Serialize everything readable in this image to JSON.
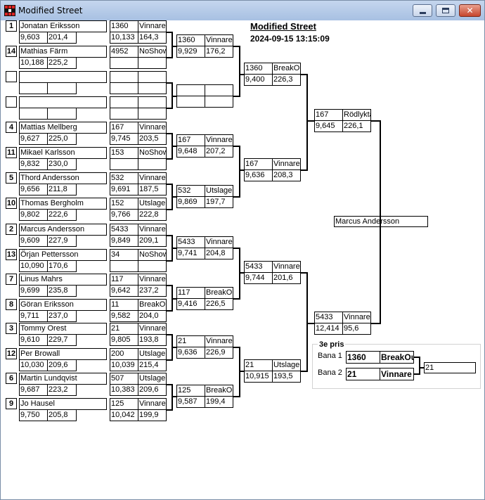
{
  "window": {
    "title": "Modified Street"
  },
  "header": {
    "title": "Modified Street",
    "date": "2024-09-15 13:15:09"
  },
  "round1": [
    {
      "seed": "1",
      "name": "Jonatan Eriksson",
      "rt": "9,603",
      "speed": "201,4",
      "et": "10,133",
      "sp2": "164,3",
      "num": "1360",
      "result": "Vinnare"
    },
    {
      "seed": "14",
      "name": "Mathias Färm",
      "rt": "10,188",
      "speed": "225,2",
      "et": "",
      "sp2": "",
      "num": "4952",
      "result": "NoShow"
    },
    {
      "seed": "",
      "name": "",
      "rt": "",
      "speed": "",
      "et": "",
      "sp2": "",
      "num": "",
      "result": ""
    },
    {
      "seed": "",
      "name": "",
      "rt": "",
      "speed": "",
      "et": "",
      "sp2": "",
      "num": "",
      "result": ""
    },
    {
      "seed": "4",
      "name": "Mattias Mellberg",
      "rt": "9,627",
      "speed": "225,0",
      "et": "9,745",
      "sp2": "203,5",
      "num": "167",
      "result": "Vinnare"
    },
    {
      "seed": "11",
      "name": "Mikael Karlsson",
      "rt": "9,832",
      "speed": "230,0",
      "et": "",
      "sp2": "",
      "num": "153",
      "result": "NoShow"
    },
    {
      "seed": "5",
      "name": "Thord Andersson",
      "rt": "9,656",
      "speed": "211,8",
      "et": "9,691",
      "sp2": "187,5",
      "num": "532",
      "result": "Vinnare"
    },
    {
      "seed": "10",
      "name": "Thomas  Bergholm",
      "rt": "9,802",
      "speed": "222,6",
      "et": "9,766",
      "sp2": "222,8",
      "num": "152",
      "result": "Utslagen"
    },
    {
      "seed": "2",
      "name": "Marcus Andersson",
      "rt": "9,609",
      "speed": "227,9",
      "et": "9,849",
      "sp2": "209,1",
      "num": "5433",
      "result": "Vinnare"
    },
    {
      "seed": "13",
      "name": "Örjan Pettersson",
      "rt": "10,090",
      "speed": "170,6",
      "et": "",
      "sp2": "",
      "num": "34",
      "result": "NoShow"
    },
    {
      "seed": "7",
      "name": "Linus Mahrs",
      "rt": "9,699",
      "speed": "235,8",
      "et": "9,642",
      "sp2": "237,2",
      "num": "117",
      "result": "Vinnare"
    },
    {
      "seed": "8",
      "name": "Göran Eriksson",
      "rt": "9,711",
      "speed": "237,0",
      "et": "9,582",
      "sp2": "204,0",
      "num": "11",
      "result": "BreakOut"
    },
    {
      "seed": "3",
      "name": "Tommy Orest",
      "rt": "9,610",
      "speed": "229,7",
      "et": "9,805",
      "sp2": "193,8",
      "num": "21",
      "result": "Vinnare"
    },
    {
      "seed": "12",
      "name": "Per Browall",
      "rt": "10,030",
      "speed": "209,6",
      "et": "10,039",
      "sp2": "215,4",
      "num": "200",
      "result": "Utslagen"
    },
    {
      "seed": "6",
      "name": "Martin Lundqvist",
      "rt": "9,687",
      "speed": "223,2",
      "et": "10,383",
      "sp2": "209,6",
      "num": "507",
      "result": "Utslagen"
    },
    {
      "seed": "9",
      "name": "Jo Hausel",
      "rt": "9,750",
      "speed": "205,8",
      "et": "10,042",
      "sp2": "199,9",
      "num": "125",
      "result": "Vinnare"
    }
  ],
  "round2": [
    {
      "num": "1360",
      "result": "Vinnare",
      "et": "9,929",
      "sp": "176,2"
    },
    {
      "num": "",
      "result": "",
      "et": "",
      "sp": ""
    },
    {
      "num": "167",
      "result": "Vinnare",
      "et": "9,648",
      "sp": "207,2"
    },
    {
      "num": "532",
      "result": "Utslagen",
      "et": "9,869",
      "sp": "197,7"
    },
    {
      "num": "5433",
      "result": "Vinnare",
      "et": "9,741",
      "sp": "204,8"
    },
    {
      "num": "117",
      "result": "BreakOut",
      "et": "9,416",
      "sp": "226,5"
    },
    {
      "num": "21",
      "result": "Vinnare",
      "et": "9,636",
      "sp": "226,9"
    },
    {
      "num": "125",
      "result": "BreakOut",
      "et": "9,587",
      "sp": "199,4"
    }
  ],
  "round3": [
    {
      "num": "1360",
      "result": "BreakOut",
      "et": "9,400",
      "sp": "226,3"
    },
    {
      "num": "167",
      "result": "Vinnare",
      "et": "9,636",
      "sp": "208,3"
    },
    {
      "num": "5433",
      "result": "Vinnare",
      "et": "9,744",
      "sp": "201,6"
    },
    {
      "num": "21",
      "result": "Utslagen",
      "et": "10,915",
      "sp": "193,5"
    }
  ],
  "round4": [
    {
      "num": "167",
      "result": "Rödlykta",
      "et": "9,645",
      "sp": "226,1"
    },
    {
      "num": "5433",
      "result": "Vinnare",
      "et": "12,414",
      "sp": "95,6"
    }
  ],
  "champion": "Marcus Andersson",
  "third_place": {
    "title": "3e pris",
    "lane1_label": "Bana 1",
    "lane1_num": "1360",
    "lane1_result": "BreakOut",
    "lane2_label": "Bana 2",
    "lane2_num": "21",
    "lane2_result": "Vinnare",
    "winner": "21"
  },
  "colors": {
    "titlebar": "#b6cbe8",
    "close_button": "#c6452c"
  }
}
